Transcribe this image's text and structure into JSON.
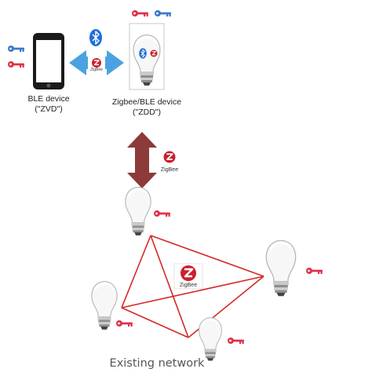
{
  "ble_device": {
    "line1": "BLE device",
    "line2": "(\"ZVD\")"
  },
  "zdd_device": {
    "line1": "Zigbee/BLE device",
    "line2": "(\"ZDD\")"
  },
  "zigbee_logo_text": "ZigBee",
  "caption": "Existing network",
  "colors": {
    "key_red": "#e0304a",
    "key_blue": "#3c78c8",
    "ble_arrow": "#4aa3e0",
    "zigbee_arrow": "#8c3a3a",
    "network_lines": "#d62828",
    "zigbee_red": "#cc1f2d",
    "bluetooth_blue": "#1e6fd9"
  },
  "icons": [
    "smartphone-icon",
    "bluetooth-icon",
    "zigbee-logo-icon",
    "key-icon",
    "light-bulb-icon"
  ]
}
